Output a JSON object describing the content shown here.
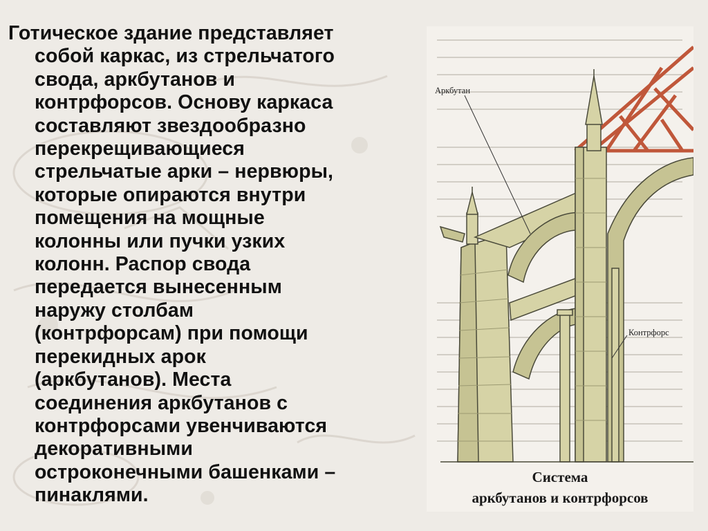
{
  "slide": {
    "text_lines": [
      "Готическое здание представляет",
      "собой каркас, из стрельчатого",
      "свода, аркбутанов и",
      "контрфорсов. Основу каркаса",
      "составляют звездообразно",
      "перекрещивающиеся",
      "стрельчатые арки – нервюры,",
      "которые опираются внутри",
      "помещения на мощные",
      "колонны или пучки узких",
      "колонн. Распор свода",
      "передается вынесенным",
      "наружу столбам",
      "(контрфорсам) при помощи",
      "перекидных арок",
      "(аркбутанов). Места",
      "соединения аркбутанов с",
      "контрфорсами увенчиваются",
      "декоративными",
      "остроконечными башенками –",
      "пинаклями."
    ]
  },
  "figure": {
    "label_flying_buttress": "Аркбутан",
    "label_buttress": "Контрфорс",
    "caption_line1": "Система",
    "caption_line2": "аркбутанов и контрфорсов"
  },
  "colors": {
    "stone": "#d6d3a6",
    "stone_shadow": "#b9b685",
    "roof": "#c0573a",
    "outline": "#4a4a3a"
  }
}
